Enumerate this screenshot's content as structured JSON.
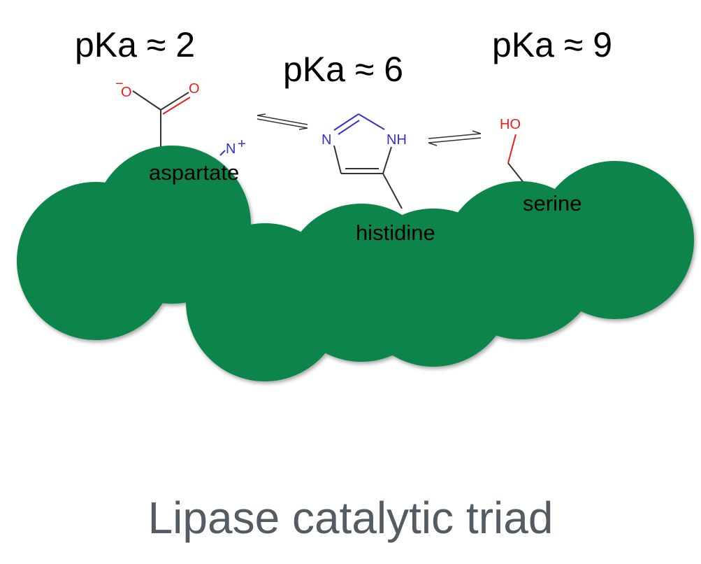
{
  "pka": {
    "aspartate": "pKa ≈ 2",
    "histidine": "pKa ≈ 6",
    "serine": "pKa ≈ 9"
  },
  "residues": {
    "aspartate": "aspartate",
    "histidine": "histidine",
    "serine": "serine"
  },
  "atoms": {
    "o_minus": "O",
    "minus": "−",
    "o_double": "O",
    "n_plus": "N",
    "plus": "+",
    "his_n": "N",
    "his_nh": "NH",
    "ser_ho": "HO"
  },
  "title": "Lipase catalytic triad",
  "colors": {
    "blob": "#078449",
    "oxygen": "#ee1c1c",
    "nitrogen": "#3333cc",
    "bond": "#333333",
    "title": "#555b63"
  }
}
